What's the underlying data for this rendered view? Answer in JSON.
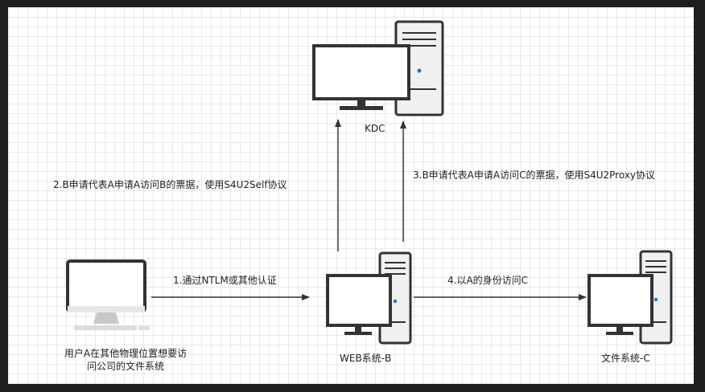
{
  "nodes": {
    "kdc": {
      "label": "KDC"
    },
    "user_a": {
      "label_line1": "用户A在其他物理位置想要访",
      "label_line2": "问公司的文件系统"
    },
    "web_b": {
      "label": "WEB系统-B"
    },
    "file_c": {
      "label": "文件系统-C"
    }
  },
  "edges": {
    "step1": "1.通过NTLM或其他认证",
    "step2": "2.B申请代表A申请A访问B的票据，使用S4U2Self协议",
    "step3": "3.B申请代表A申请A访问C的票据，使用S4U2Proxy协议",
    "step4": "4.以A的身份访问C"
  },
  "colors": {
    "stroke": "#333333",
    "screen_fill": "#ffffff",
    "tower_fill": "#f0f0f0",
    "led": "#1e6fd9",
    "edge": "#333333"
  }
}
